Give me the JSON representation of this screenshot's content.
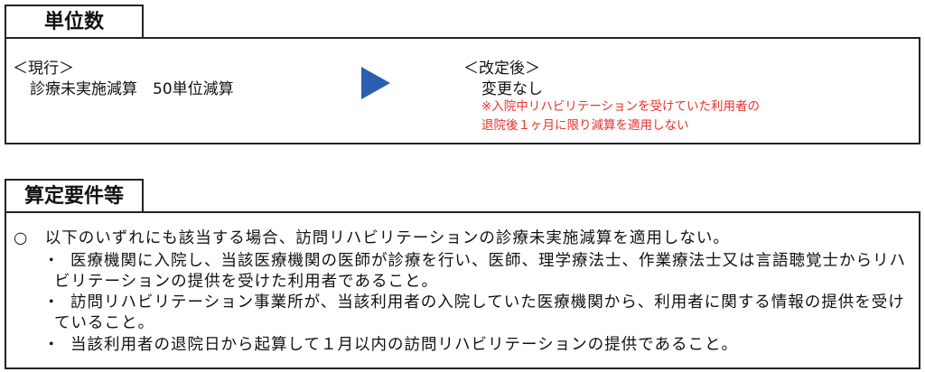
{
  "section1": {
    "title": "単位数",
    "current_label": "＜現行＞",
    "current_value": "診療未実施減算　50単位減算",
    "revised_label": "＜改定後＞",
    "revised_value": "変更なし",
    "note_line1": "※入院中リハビリテーションを受けていた利用者の",
    "note_line2": "退院後１ヶ月に限り減算を適用しない",
    "arrow_color": "#2a5fb0",
    "note_color": "#e8312a"
  },
  "section2": {
    "title": "算定要件等",
    "lead": "○　以下のいずれにも該当する場合、訪問リハビリテーションの診療未実施減算を適用しない。",
    "bullet": "・",
    "items": [
      "医療機関に入院し、当該医療機関の医師が診療を行い、医師、理学療法士、作業療法士又は言語聴覚士からリハビリテーションの提供を受けた利用者であること。",
      "訪問リハビリテーション事業所が、当該利用者の入院していた医療機関から、利用者に関する情報の提供を受けていること。",
      "当該利用者の退院日から起算して１月以内の訪問リハビリテーションの提供であること。"
    ]
  }
}
